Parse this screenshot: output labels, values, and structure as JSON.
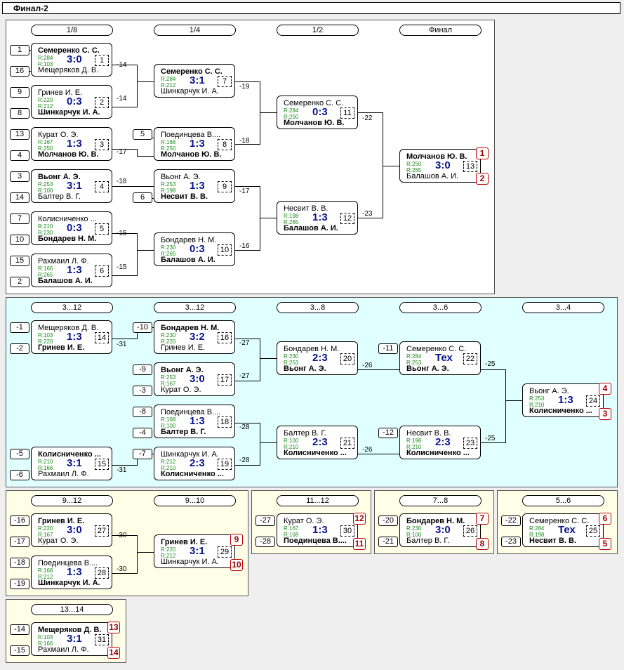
{
  "title": "Финал-2",
  "headers": {
    "main": [
      "1/8",
      "1/4",
      "1/2",
      "Финал"
    ],
    "cons": [
      "3...12",
      "3...12",
      "3...8",
      "3...6",
      "3...4"
    ],
    "m912": [
      "9...12",
      "9...10"
    ],
    "m1112": "11...12",
    "m78": "7...8",
    "m56": "5...6",
    "m1314": "13...14"
  },
  "seeds": {
    "r16": [
      "1",
      "16",
      "9",
      "8",
      "13",
      "4",
      "3",
      "14",
      "7",
      "10",
      "15",
      "2"
    ],
    "qf": [
      "5",
      "6"
    ],
    "c1": [
      "-1",
      "-2",
      "-5",
      "-6"
    ],
    "c2": [
      "-10",
      "-9",
      "-3",
      "-8",
      "-4",
      "-7"
    ],
    "c4": [
      "-11",
      "-12"
    ],
    "y912": [
      "-16",
      "-17",
      "-18",
      "-19"
    ],
    "y1112": [
      "-27",
      "-28"
    ],
    "y78": [
      "-20",
      "-21"
    ],
    "y56": [
      "-22",
      "-23"
    ],
    "y1314": [
      "-14",
      "-15"
    ]
  },
  "links": {
    "main": [
      "-14",
      "-14",
      "-17",
      "-18",
      "-15",
      "-15",
      "-19",
      "-18",
      "-17",
      "-16",
      "-22",
      "-23"
    ],
    "cons": [
      "-31",
      "-27",
      "-27",
      "-28",
      "-28",
      "-31",
      "-26",
      "-26",
      "-25",
      "-25"
    ],
    "y912": [
      "-30",
      "-30"
    ]
  },
  "places": {
    "final": [
      "1",
      "2"
    ],
    "third": [
      "4",
      "3"
    ],
    "ninth": [
      "9",
      "10"
    ],
    "eleventh": [
      "12",
      "11"
    ],
    "seventh": [
      "7",
      "8"
    ],
    "fifth": [
      "6",
      "5"
    ],
    "thirteenth": [
      "13",
      "14"
    ]
  },
  "matches": [
    {
      "id": "1",
      "p1": "Семеренко С. С.",
      "p1w": true,
      "r1": "R:284",
      "p2": "Мещеряков Д. В.",
      "p2w": false,
      "r2": "R:103",
      "score": "3:0"
    },
    {
      "id": "2",
      "p1": "Гринев И. Е.",
      "p1w": false,
      "r1": "R:220",
      "p2": "Шинкарчук И. А.",
      "p2w": true,
      "r2": "R:212",
      "score": "0:3"
    },
    {
      "id": "3",
      "p1": "Курат О. Э.",
      "p1w": false,
      "r1": "R:167",
      "p2": "Молчанов Ю. В.",
      "p2w": true,
      "r2": "R:250",
      "score": "1:3"
    },
    {
      "id": "4",
      "p1": "Вьонг А. Э.",
      "p1w": true,
      "r1": "R:253",
      "p2": "Балтер В. Г.",
      "p2w": false,
      "r2": "R:100",
      "score": "3:1"
    },
    {
      "id": "5",
      "p1": "Колисниченко ...",
      "p1w": false,
      "r1": "R:210",
      "p2": "Бондарев Н. М.",
      "p2w": true,
      "r2": "R:230",
      "score": "0:3"
    },
    {
      "id": "6",
      "p1": "Рахмаил Л. Ф.",
      "p1w": false,
      "r1": "R:166",
      "p2": "Балашов А. И.",
      "p2w": true,
      "r2": "R:265",
      "score": "1:3"
    },
    {
      "id": "7",
      "p1": "Семеренко С. С.",
      "p1w": true,
      "r1": "R:284",
      "p2": "Шинкарчук И. А.",
      "p2w": false,
      "r2": "R:212",
      "score": "3:1"
    },
    {
      "id": "8",
      "p1": "Поединцева В....",
      "p1w": false,
      "r1": "R:168",
      "p2": "Молчанов Ю. В.",
      "p2w": true,
      "r2": "R:250",
      "score": "1:3"
    },
    {
      "id": "9",
      "p1": "Вьонг А. Э.",
      "p1w": false,
      "r1": "R:253",
      "p2": "Несвит В. В.",
      "p2w": true,
      "r2": "R:198",
      "score": "1:3"
    },
    {
      "id": "10",
      "p1": "Бондарев Н. М.",
      "p1w": false,
      "r1": "R:230",
      "p2": "Балашов А. И.",
      "p2w": true,
      "r2": "R:265",
      "score": "0:3"
    },
    {
      "id": "11",
      "p1": "Семеренко С. С.",
      "p1w": false,
      "r1": "R:284",
      "p2": "Молчанов Ю. В.",
      "p2w": true,
      "r2": "R:250",
      "score": "0:3"
    },
    {
      "id": "12",
      "p1": "Несвит В. В.",
      "p1w": false,
      "r1": "R:198",
      "p2": "Балашов А. И.",
      "p2w": true,
      "r2": "R:265",
      "score": "1:3"
    },
    {
      "id": "13",
      "p1": "Молчанов Ю. В.",
      "p1w": true,
      "r1": "R:250",
      "p2": "Балашов А. И.",
      "p2w": false,
      "r2": "R:265",
      "score": "3:0"
    },
    {
      "id": "14",
      "p1": "Мещеряков Д. В.",
      "p1w": false,
      "r1": "R:103",
      "p2": "Гринев И. Е.",
      "p2w": true,
      "r2": "R:220",
      "score": "1:3"
    },
    {
      "id": "15",
      "p1": "Колисниченко ...",
      "p1w": true,
      "r1": "R:210",
      "p2": "Рахмаил Л. Ф.",
      "p2w": false,
      "r2": "R:166",
      "score": "3:1"
    },
    {
      "id": "16",
      "p1": "Бондарев Н. М.",
      "p1w": true,
      "r1": "R:230",
      "p2": "Гринев И. Е.",
      "p2w": false,
      "r2": "R:220",
      "score": "3:2"
    },
    {
      "id": "17",
      "p1": "Вьонг А. Э.",
      "p1w": true,
      "r1": "R:253",
      "p2": "Курат О. Э.",
      "p2w": false,
      "r2": "R:167",
      "score": "3:0"
    },
    {
      "id": "18",
      "p1": "Поединцева В....",
      "p1w": false,
      "r1": "R:168",
      "p2": "Балтер В. Г.",
      "p2w": true,
      "r2": "R:100",
      "score": "1:3"
    },
    {
      "id": "19",
      "p1": "Шинкарчук И. А.",
      "p1w": false,
      "r1": "R:212",
      "p2": "Колисниченко ...",
      "p2w": true,
      "r2": "R:210",
      "score": "2:3"
    },
    {
      "id": "20",
      "p1": "Бондарев Н. М.",
      "p1w": false,
      "r1": "R:230",
      "p2": "Вьонг А. Э.",
      "p2w": true,
      "r2": "R:253",
      "score": "2:3"
    },
    {
      "id": "21",
      "p1": "Балтер В. Г.",
      "p1w": false,
      "r1": "R:100",
      "p2": "Колисниченко ...",
      "p2w": true,
      "r2": "R:210",
      "score": "2:3"
    },
    {
      "id": "22",
      "p1": "Семеренко С. С.",
      "p1w": false,
      "r1": "R:284",
      "p2": "Вьонг А. Э.",
      "p2w": true,
      "r2": "R:253",
      "score": "Тех"
    },
    {
      "id": "23",
      "p1": "Несвит В. В.",
      "p1w": false,
      "r1": "R:198",
      "p2": "Колисниченко ...",
      "p2w": true,
      "r2": "R:210",
      "score": "2:3"
    },
    {
      "id": "24",
      "p1": "Вьонг А. Э.",
      "p1w": false,
      "r1": "R:253",
      "p2": "Колисниченко ...",
      "p2w": true,
      "r2": "R:210",
      "score": "1:3"
    },
    {
      "id": "25",
      "p1": "Семеренко С. С.",
      "p1w": false,
      "r1": "R:284",
      "p2": "Несвит В. В.",
      "p2w": true,
      "r2": "R:198",
      "score": "Тех"
    },
    {
      "id": "26",
      "p1": "Бондарев Н. М.",
      "p1w": true,
      "r1": "R:230",
      "p2": "Балтер В. Г.",
      "p2w": false,
      "r2": "R:100",
      "score": "3:0"
    },
    {
      "id": "27",
      "p1": "Гринев И. Е.",
      "p1w": true,
      "r1": "R:220",
      "p2": "Курат О. Э.",
      "p2w": false,
      "r2": "R:167",
      "score": "3:0"
    },
    {
      "id": "28",
      "p1": "Поединцева В....",
      "p1w": false,
      "r1": "R:168",
      "p2": "Шинкарчук И. А.",
      "p2w": true,
      "r2": "R:212",
      "score": "1:3"
    },
    {
      "id": "29",
      "p1": "Гринев И. Е.",
      "p1w": true,
      "r1": "R:220",
      "p2": "Шинкарчук И. А.",
      "p2w": false,
      "r2": "R:212",
      "score": "3:1"
    },
    {
      "id": "30",
      "p1": "Курат О. Э.",
      "p1w": false,
      "r1": "R:167",
      "p2": "Поединцева В....",
      "p2w": true,
      "r2": "R:168",
      "score": "1:3"
    },
    {
      "id": "31",
      "p1": "Мещеряков Д. В.",
      "p1w": true,
      "r1": "R:103",
      "p2": "Рахмаил Л. Ф.",
      "p2w": false,
      "r2": "R:166",
      "score": "3:1"
    }
  ]
}
